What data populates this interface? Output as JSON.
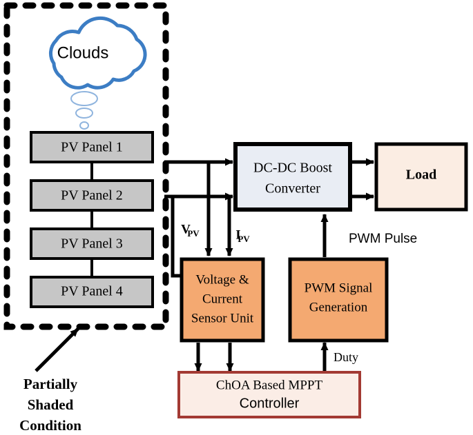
{
  "diagram": {
    "title": "PV system with ChOA based MPPT block diagram",
    "colors": {
      "pv_panel_fill": "#C6C6C6",
      "converter_fill": "#E9EDF4",
      "load_fill": "#FBEDE3",
      "orange_fill": "#F4A971",
      "mppt_fill": "#FBEDE6",
      "mppt_border": "#A33A33",
      "cloud_stroke": "#3C7DC4",
      "line": "#000000"
    },
    "shaded_region": {
      "boundary_style": "dashed",
      "callout_lines": [
        "Partially",
        "Shaded",
        "Condition"
      ]
    },
    "cloud": {
      "label": "Clouds",
      "tail_bubbles": 3
    },
    "pv_panels": [
      {
        "label": "PV Panel 1"
      },
      {
        "label": "PV Panel 2"
      },
      {
        "label": "PV Panel 3"
      },
      {
        "label": "PV Panel 4"
      }
    ],
    "blocks": {
      "converter": {
        "lines": [
          "DC-DC Boost",
          "Converter"
        ]
      },
      "load": {
        "lines": [
          "Load"
        ]
      },
      "sensor": {
        "lines": [
          "Voltage &",
          "Current",
          "Sensor Unit"
        ]
      },
      "pwm": {
        "lines": [
          "PWM Signal",
          "Generation"
        ]
      },
      "mppt": {
        "line_serif": "ChOA  Based MPPT",
        "line_sans": "Controller"
      }
    },
    "signals": {
      "vpv": {
        "base": "V",
        "sub": "PV"
      },
      "ipv": {
        "base": "I",
        "sub": "PV"
      },
      "pwm_pulse": "PWM Pulse",
      "duty": "Duty"
    }
  }
}
